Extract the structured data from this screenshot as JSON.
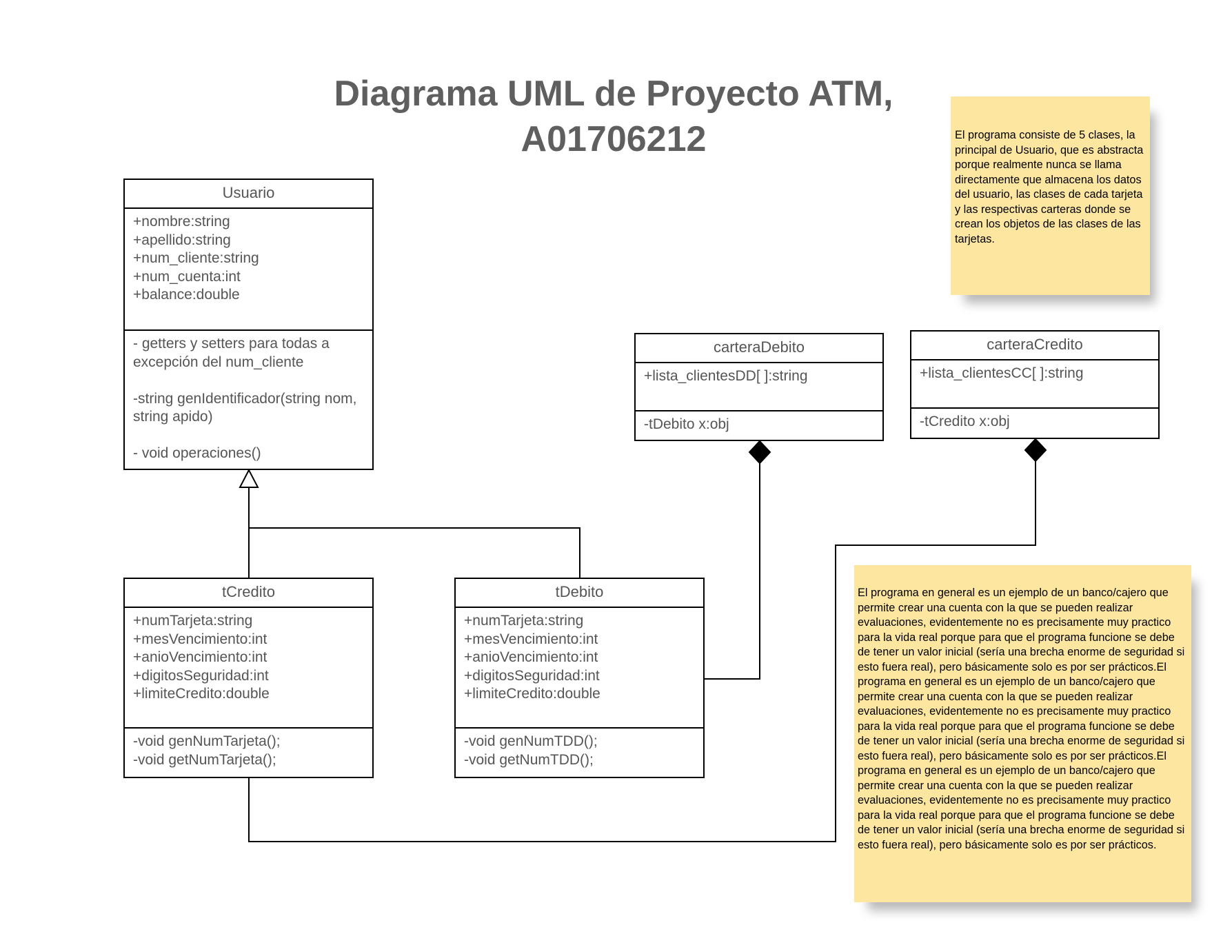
{
  "title": "Diagrama UML de Proyecto ATM, A01706212",
  "classes": {
    "usuario": {
      "name": "Usuario",
      "attributes": "+nombre:string\n+apellido:string\n+num_cliente:string\n+num_cuenta:int\n+balance:double",
      "methods": "- getters y setters para todas a excepción del num_cliente\n\n-string genIdentificador(string nom, string apido)\n\n- void operaciones()"
    },
    "carteraDebito": {
      "name": "carteraDebito",
      "attributes": "+lista_clientesDD[ ]:string",
      "methods": "-tDebito x:obj"
    },
    "carteraCredito": {
      "name": "carteraCredito",
      "attributes": "+lista_clientesCC[ ]:string",
      "methods": "-tCredito x:obj"
    },
    "tCredito": {
      "name": "tCredito",
      "attributes": "+numTarjeta:string\n+mesVencimiento:int\n+anioVencimiento:int\n+digitosSeguridad:int\n+limiteCredito:double",
      "methods": "-void genNumTarjeta();\n-void getNumTarjeta();"
    },
    "tDebito": {
      "name": "tDebito",
      "attributes": "+numTarjeta:string\n+mesVencimiento:int\n+anioVencimiento:int\n+digitosSeguridad:int\n+limiteCredito:double",
      "methods": "-void genNumTDD();\n-void getNumTDD();"
    }
  },
  "notes": {
    "top": "El programa consiste de 5 clases, la principal de Usuario, que es abstracta porque realmente nunca se llama directamente que almacena los datos del usuario, las clases de cada tarjeta y las respectivas carteras donde se crean los objetos de las clases de las tarjetas.",
    "bottom": "El programa en general es un ejemplo de un banco/cajero que permite crear una cuenta con la que se pueden realizar evaluaciones, evidentemente no es precisamente muy practico para la vida real porque para que el programa funcione se debe de tener un valor inicial (sería una brecha enorme de seguridad si esto fuera real), pero básicamente solo es por ser prácticos.El programa en general es un ejemplo de un banco/cajero que permite crear una cuenta con la que se pueden realizar evaluaciones, evidentemente no es precisamente muy practico para la vida real porque para que el programa funcione se debe de tener un valor inicial (sería una brecha enorme de seguridad si esto fuera real), pero básicamente solo es por ser prácticos.El programa en general es un ejemplo de un banco/cajero que permite crear una cuenta con la que se pueden realizar evaluaciones, evidentemente no es precisamente muy practico para la vida real porque para que el programa funcione se debe de tener un valor inicial (sería una brecha enorme de seguridad si esto fuera real), pero básicamente solo es por ser prácticos."
  },
  "colors": {
    "note_background": "#fde7a0",
    "title_text": "#5f5f5f",
    "class_text": "#555555",
    "line": "#000000"
  }
}
